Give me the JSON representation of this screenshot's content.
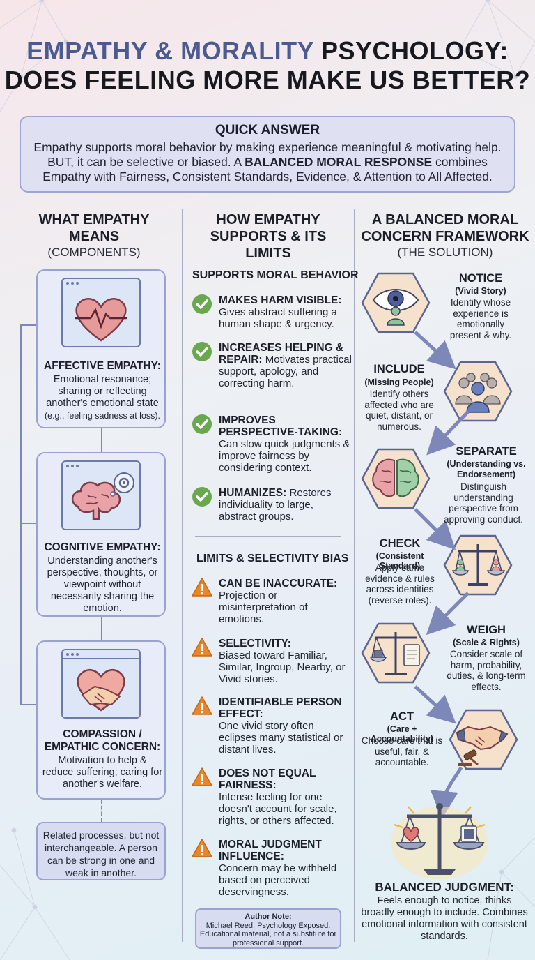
{
  "title": {
    "line1_accent": "EMPATHY & MORALITY",
    "line1_rest": " PSYCHOLOGY:",
    "line2": "DOES FEELING MORE MAKE US BETTER?"
  },
  "quick_answer": {
    "heading": "QUICK ANSWER",
    "text_a": "Empathy supports moral behavior by making experience meaningful & motivating help. BUT, it can be selective or biased. A ",
    "text_bold": "BALANCED MORAL RESPONSE",
    "text_b": " combines Empathy with Fairness, Consistent Standards, Evidence, & Attention to All Affected."
  },
  "left": {
    "header": "WHAT EMPATHY MEANS",
    "sub": "(COMPONENTS)",
    "cards": [
      {
        "title": "AFFECTIVE EMPATHY:",
        "text": "Emotional resonance; sharing or reflecting another's emotional state",
        "example": "(e.g., feeling sadness at loss)."
      },
      {
        "title": "COGNITIVE EMPATHY:",
        "text": "Understanding another's perspective, thoughts, or viewpoint without necessarily sharing the emotion."
      },
      {
        "title": "COMPASSION / EMPATHIC CONCERN:",
        "text": "Motivation to help & reduce suffering; caring for another's welfare."
      }
    ],
    "note": "Related processes, but not interchangeable. A person can be strong in one and weak in another."
  },
  "middle": {
    "header": "HOW EMPATHY SUPPORTS & ITS LIMITS",
    "supports_heading": "SUPPORTS MORAL BEHAVIOR",
    "supports": [
      {
        "head": "MAKES HARM VISIBLE:",
        "text": "Gives abstract suffering a human shape & urgency."
      },
      {
        "head": "INCREASES HELPING & REPAIR:",
        "text": "Motivates practical support, apology, and correcting harm."
      },
      {
        "head": "IMPROVES PERSPECTIVE-TAKING:",
        "text": "Can slow quick judgments & improve fairness by considering context."
      },
      {
        "head": "HUMANIZES:",
        "text": "Restores individuality to large, abstract groups."
      }
    ],
    "limits_heading": "LIMITS & SELECTIVITY BIAS",
    "limits": [
      {
        "head": "CAN BE INACCURATE:",
        "text": "Projection or misinterpretation of emotions."
      },
      {
        "head": "SELECTIVITY:",
        "text": "Biased toward Familiar, Similar, Ingroup, Nearby, or Vivid stories."
      },
      {
        "head": "IDENTIFIABLE PERSON EFFECT:",
        "text": "One vivid story often eclipses many statistical or distant lives."
      },
      {
        "head": "DOES NOT EQUAL FAIRNESS:",
        "text": "Intense feeling for one doesn't account for scale, rights, or others affected."
      },
      {
        "head": "MORAL JUDGMENT INFLUENCE:",
        "text": "Concern may be withheld based on perceived deservingness."
      }
    ],
    "author_head": "Author Note:",
    "author_text": "Michael Reed, Psychology Exposed. Educational material, not a substitute for professional support."
  },
  "right": {
    "header": "A BALANCED MORAL CONCERN FRAMEWORK",
    "sub": "(THE SOLUTION)",
    "steps": [
      {
        "head": "NOTICE",
        "sub": "(Vivid Story)",
        "text": "Identify whose experience is emotionally present & why."
      },
      {
        "head": "INCLUDE",
        "sub": "(Missing People)",
        "text": "Identify others affected who are quiet, distant, or numerous."
      },
      {
        "head": "SEPARATE",
        "sub": "(Understanding vs. Endorsement)",
        "text": "Distinguish understanding perspective from approving conduct."
      },
      {
        "head": "CHECK",
        "sub": "(Consistent Standard)",
        "text": "Apply same evidence & rules across identities (reverse roles)."
      },
      {
        "head": "WEIGH",
        "sub": "(Scale & Rights)",
        "text": "Consider scale of harm, probability, duties, & long-term effects."
      },
      {
        "head": "ACT",
        "sub": "(Care + Accountability)",
        "text": "Choose care that is useful, fair, & accountable."
      }
    ],
    "final_head": "BALANCED JUDGMENT:",
    "final_text": "Feels enough to notice, thinks broadly enough to include. Combines emotional information with consistent standards."
  },
  "colors": {
    "accent": "#4b5a8f",
    "check": "#6aa84f",
    "warn": "#e8862a",
    "hex_fill": "#f6e2cc",
    "hex_stroke": "#5b6690",
    "arrow": "#7e88b8"
  }
}
